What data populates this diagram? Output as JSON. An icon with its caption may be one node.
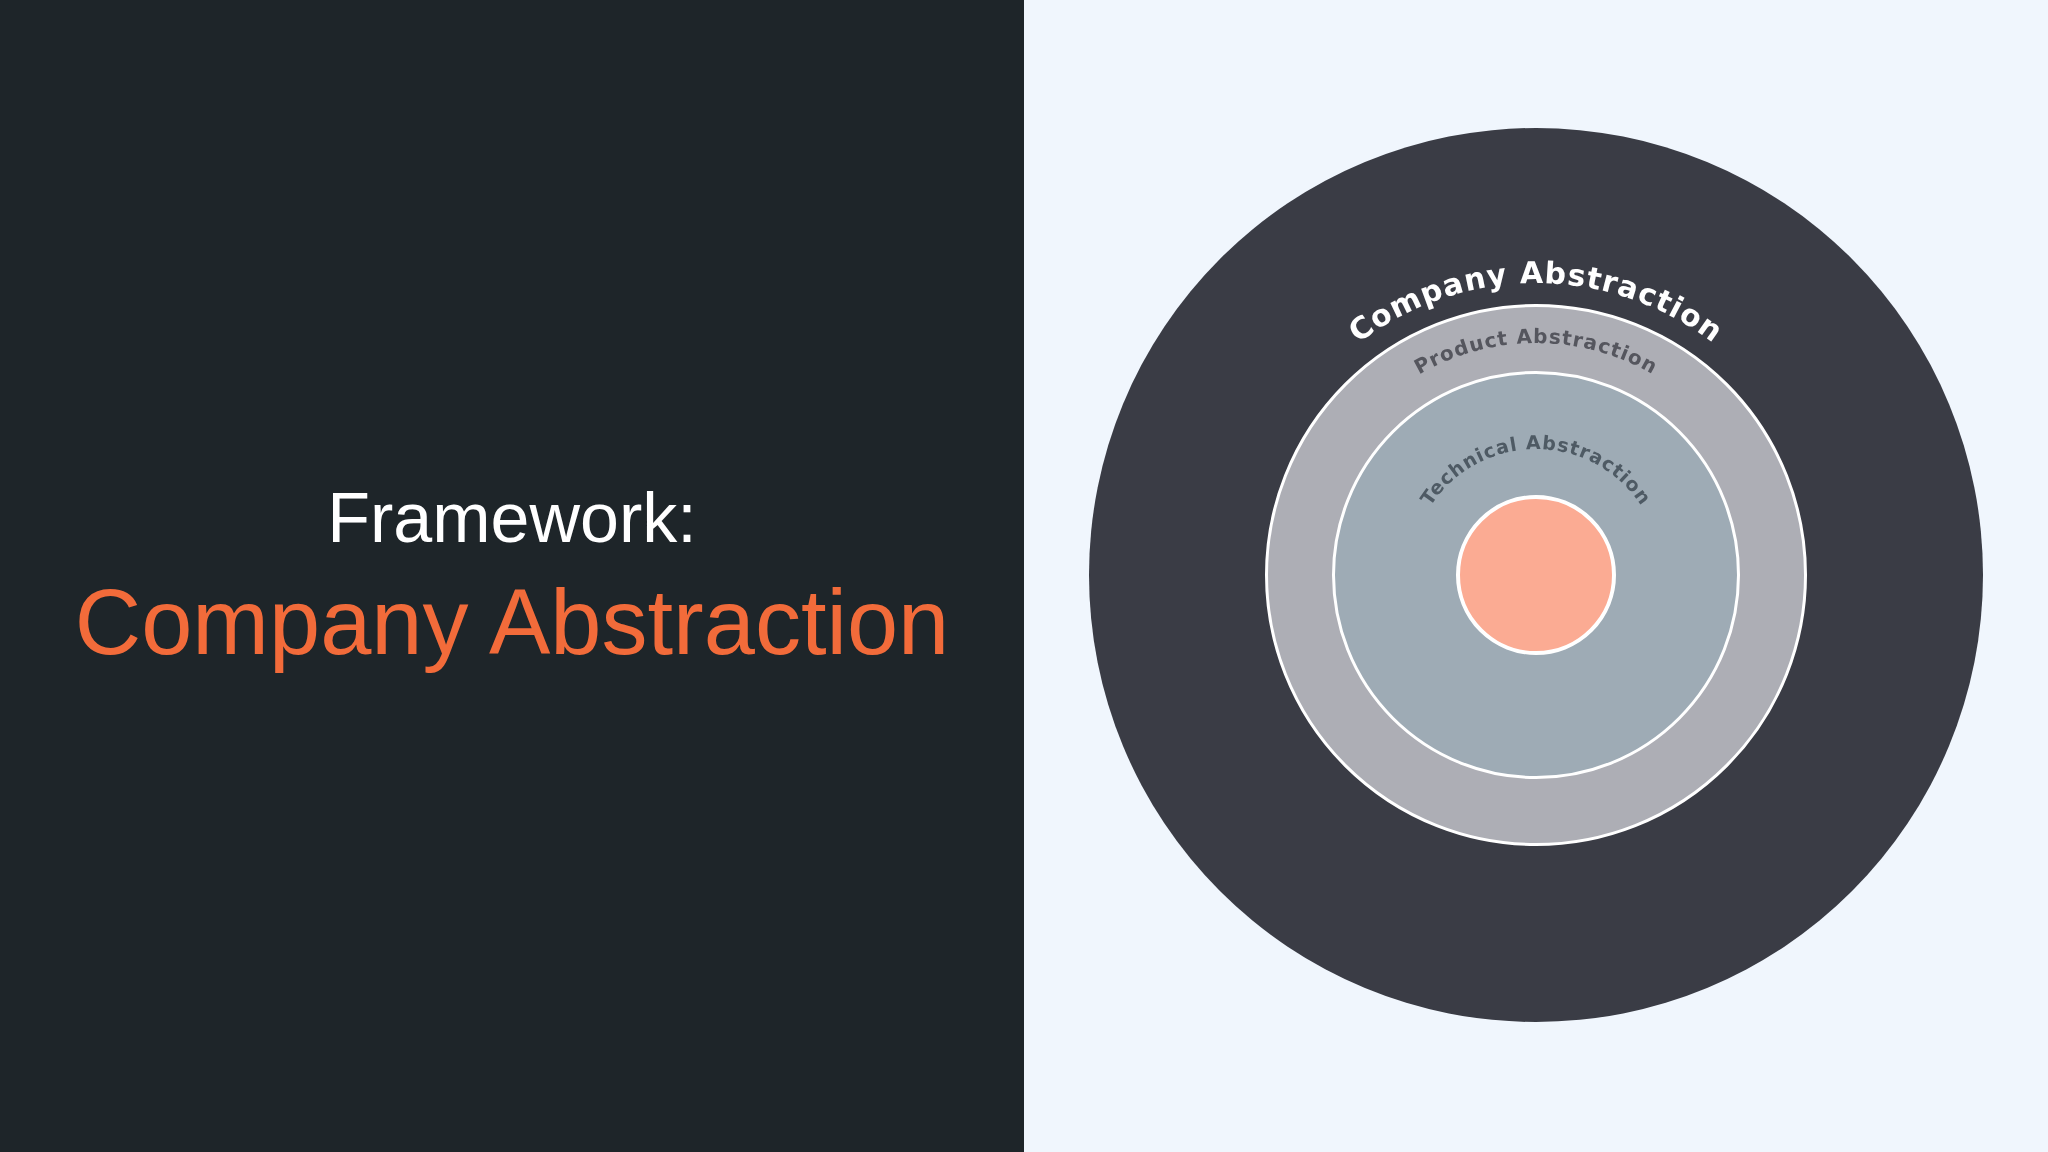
{
  "diagram": {
    "title": "Framework:",
    "nodes": [
      {
        "text": [
          "Company Abstraction"
        ]
      },
      {
        "text": [
          "Product Abstraction"
        ],
        "in": 0
      },
      {
        "text": [
          "Technical Abstraction"
        ],
        "in": 1
      },
      {
        "text": [],
        "shape": "circle",
        "in": 2
      }
    ],
    "labels": [
      "Company Abstraction"
    ]
  }
}
